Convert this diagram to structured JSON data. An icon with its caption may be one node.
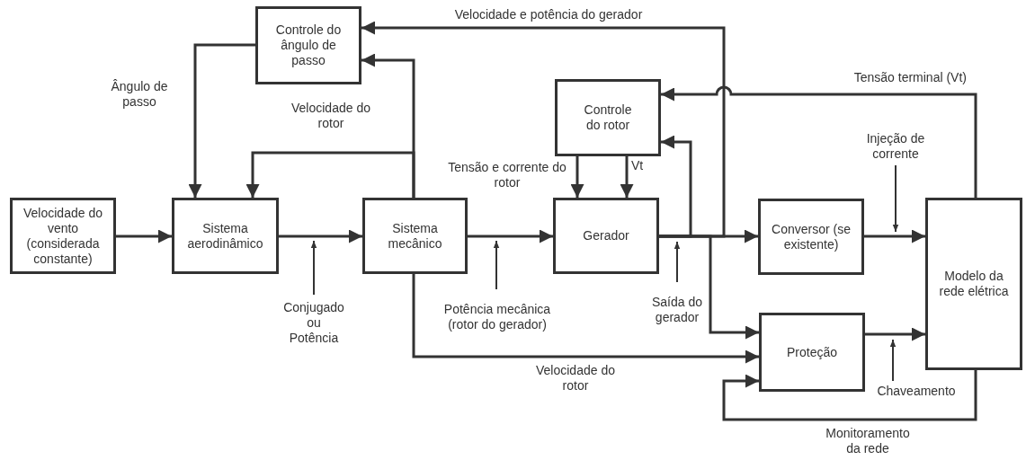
{
  "diagram": {
    "nodes": [
      {
        "text": [
          "Velocidade do vento (considerada constante)"
        ]
      },
      {
        "text": [
          "Sistema aerodinâmico"
        ]
      },
      {
        "text": [
          "Sistema mecânico"
        ]
      },
      {
        "text": [
          "Controle do ângulo de passo"
        ]
      },
      {
        "text": [
          "Controle do rotor"
        ]
      },
      {
        "text": [
          "Gerador"
        ]
      },
      {
        "text": [
          "Conversor (se existente)"
        ]
      },
      {
        "text": [
          "Proteção"
        ]
      },
      {
        "text": [
          "Modelo da rede elétrica"
        ]
      },
      {
        "text": [
          "Conjugado ou Potência"
        ]
      },
      {
        "text": [
          "Potência mecânica (rotor do gerador)"
        ]
      },
      {
        "text": [
          "Saída do gerador"
        ]
      },
      {
        "text": [
          "Injeção de corrente"
        ]
      },
      {
        "text": [
          "Chaveamento"
        ]
      }
    ],
    "edges": [
      {
        "from": 0,
        "to": 1,
        "arrow": "to"
      },
      {
        "from": 1,
        "to": 2,
        "arrow": "to"
      },
      {
        "from": 2,
        "to": 5,
        "arrow": "to"
      },
      {
        "from": 3,
        "to": 1,
        "arrow": "to",
        "label": "Ângulo de passo"
      },
      {
        "from": 2,
        "to": 1,
        "arrow": "to",
        "label": "Velocidade do rotor"
      },
      {
        "from": 2,
        "to": 3,
        "arrow": "to"
      },
      {
        "from": 5,
        "to": 3,
        "arrow": "to",
        "label": "Velocidade e potência do gerador"
      },
      {
        "from": 8,
        "to": 4,
        "arrow": "to",
        "label": "Tensão terminal (Vt)"
      },
      {
        "from": 5,
        "to": 4,
        "arrow": "to"
      },
      {
        "from": 4,
        "to": 5,
        "arrow": "to",
        "label": "Tensão e corrente do rotor"
      },
      {
        "from": 4,
        "to": 5,
        "arrow": "to",
        "label": "Vt"
      },
      {
        "from": 5,
        "to": 6,
        "arrow": "to"
      },
      {
        "from": 5,
        "to": 7,
        "arrow": "to"
      },
      {
        "from": 2,
        "to": 7,
        "arrow": "to",
        "label": "Velocidade do rotor"
      },
      {
        "from": 6,
        "to": 8,
        "arrow": "to"
      },
      {
        "from": 7,
        "to": 8,
        "arrow": "to"
      },
      {
        "from": 8,
        "to": 7,
        "arrow": "to",
        "label": "Monitoramento da rede"
      },
      {
        "from": 9,
        "to": null,
        "arrow": "to"
      },
      {
        "from": 10,
        "to": null,
        "arrow": "to"
      },
      {
        "from": 11,
        "to": 5,
        "arrow": "to"
      },
      {
        "from": 12,
        "to": null,
        "arrow": "to"
      },
      {
        "from": 13,
        "to": 7,
        "arrow": "to"
      }
    ]
  }
}
